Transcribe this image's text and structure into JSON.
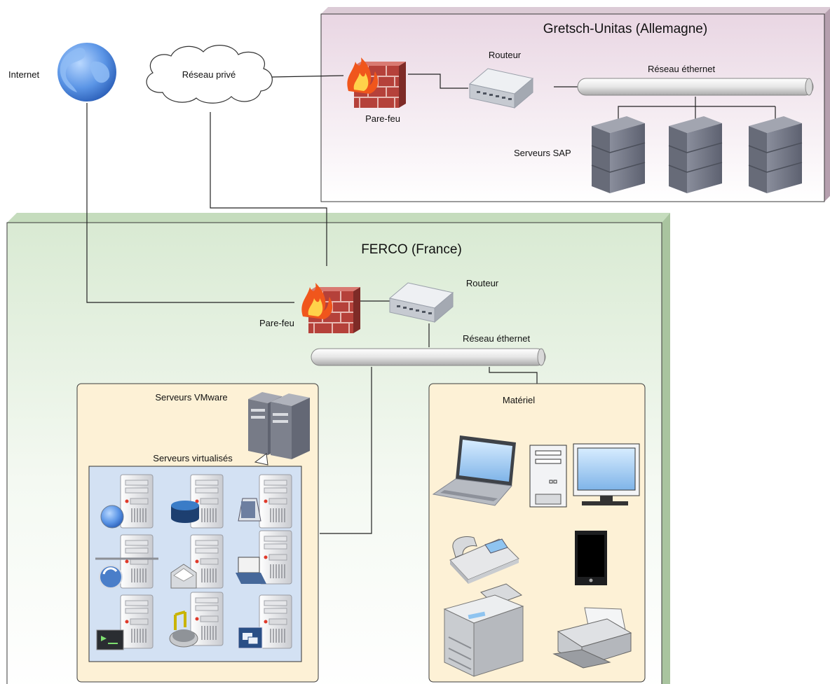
{
  "internet": {
    "label": "Internet",
    "icon": "globe-icon"
  },
  "private_network": {
    "label": "Réseau privé",
    "icon": "cloud-icon"
  },
  "germany_site": {
    "title": "Gretsch-Unitas (Allemagne)",
    "firewall_label": "Pare-feu",
    "router_label": "Routeur",
    "ethernet_label": "Réseau éthernet",
    "servers_label": "Serveurs SAP",
    "color": "#f2e6ef"
  },
  "france_site": {
    "title": "FERCO (France)",
    "firewall_label": "Pare-feu",
    "router_label": "Routeur",
    "ethernet_label": "Réseau éthernet",
    "color": "#e6f1e3",
    "vmware": {
      "label": "Serveurs VMware",
      "virtual_label": "Serveurs virtualisés",
      "virtual_servers": [
        "web",
        "database",
        "file",
        "backup",
        "mail",
        "documents",
        "terminal",
        "media",
        "application"
      ]
    },
    "hardware": {
      "label": "Matériel",
      "items": [
        "laptop",
        "desktop-tower",
        "monitor",
        "phone",
        "mobile-device",
        "copier",
        "printer"
      ]
    }
  },
  "colors": {
    "panel_fill": "#fdf1d6",
    "virtual_fill": "#d3e1f3",
    "firewall_brick": "#b23a35",
    "flame": "#f0561c",
    "server_gray": "#6f7381",
    "cable": "#222222"
  }
}
